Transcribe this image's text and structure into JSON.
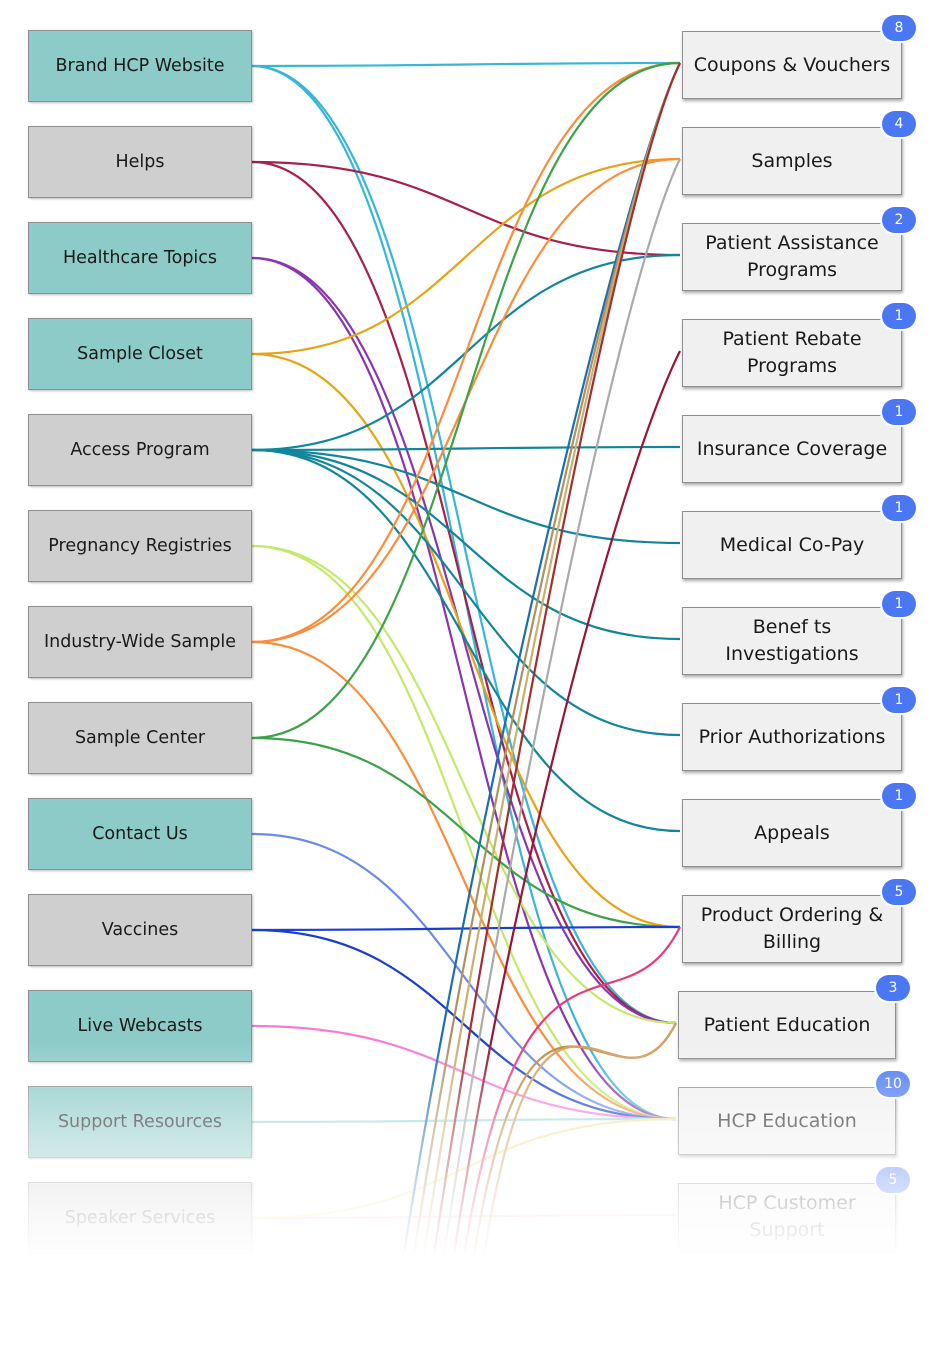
{
  "sources": [
    {
      "label": "Brand HCP Website",
      "color": "teal"
    },
    {
      "label": "Helps",
      "color": "gray"
    },
    {
      "label": "Healthcare Topics",
      "color": "teal"
    },
    {
      "label": "Sample Closet",
      "color": "teal"
    },
    {
      "label": "Access Program",
      "color": "gray"
    },
    {
      "label": "Pregnancy Registries",
      "color": "gray"
    },
    {
      "label": "Industry-Wide Sample",
      "color": "gray"
    },
    {
      "label": "Sample Center",
      "color": "gray"
    },
    {
      "label": "Contact Us",
      "color": "teal"
    },
    {
      "label": "Vaccines",
      "color": "gray"
    },
    {
      "label": "Live Webcasts",
      "color": "teal"
    },
    {
      "label": "Support Resources",
      "color": "teal"
    },
    {
      "label": "Speaker Services",
      "color": "gray"
    }
  ],
  "targets": [
    {
      "label": "Coupons & Vouchers",
      "badge": "8"
    },
    {
      "label": "Samples",
      "badge": "4"
    },
    {
      "label": "Patient Assistance\nPrograms",
      "badge": "2"
    },
    {
      "label": "Patient Rebate\nPrograms",
      "badge": "1"
    },
    {
      "label": "Insurance Coverage",
      "badge": "1"
    },
    {
      "label": "Medical Co-Pay",
      "badge": "1"
    },
    {
      "label": "Benef ts\nInvestigations",
      "badge": "1"
    },
    {
      "label": "Prior Authorizations",
      "badge": "1"
    },
    {
      "label": "Appeals",
      "badge": "1"
    },
    {
      "label": "Product Ordering &\nBilling",
      "badge": "5"
    },
    {
      "label": "Patient Education",
      "badge": "3"
    },
    {
      "label": "HCP Education",
      "badge": "10"
    },
    {
      "label": "HCP Customer\nSupport",
      "badge": "5"
    }
  ],
  "colors": {
    "teal": "#8ccbc8",
    "gray": "#cfcfcf",
    "badge": "#4a78f2",
    "target_bg": "#f0f0f0"
  },
  "links": [
    {
      "from": 0,
      "to": 0,
      "color": "#38b6d8"
    },
    {
      "from": 0,
      "to": 10,
      "color": "#38b6d8"
    },
    {
      "from": 0,
      "to": 11,
      "color": "#38b6d8"
    },
    {
      "from": 1,
      "to": 2,
      "color": "#a8204a"
    },
    {
      "from": 1,
      "to": 10,
      "color": "#a8204a"
    },
    {
      "from": 2,
      "to": 10,
      "color": "#8a35b0"
    },
    {
      "from": 2,
      "to": 11,
      "color": "#8a35b0"
    },
    {
      "from": 3,
      "to": 1,
      "color": "#e5a415"
    },
    {
      "from": 3,
      "to": 9,
      "color": "#e5a415"
    },
    {
      "from": 4,
      "to": 2,
      "color": "#11869a"
    },
    {
      "from": 4,
      "to": 4,
      "color": "#11869a"
    },
    {
      "from": 4,
      "to": 5,
      "color": "#11869a"
    },
    {
      "from": 4,
      "to": 6,
      "color": "#11869a"
    },
    {
      "from": 4,
      "to": 7,
      "color": "#11869a"
    },
    {
      "from": 4,
      "to": 8,
      "color": "#11869a"
    },
    {
      "from": 5,
      "to": 10,
      "color": "#c4e86a"
    },
    {
      "from": 5,
      "to": 11,
      "color": "#c4e86a"
    },
    {
      "from": 6,
      "to": 0,
      "color": "#fb8c3a"
    },
    {
      "from": 6,
      "to": 1,
      "color": "#fb8c3a"
    },
    {
      "from": 6,
      "to": 11,
      "color": "#fb8c3a"
    },
    {
      "from": 7,
      "to": 0,
      "color": "#3ca24a"
    },
    {
      "from": 7,
      "to": 9,
      "color": "#3ca24a"
    },
    {
      "from": 8,
      "to": 11,
      "color": "#6c8ae8"
    },
    {
      "from": 9,
      "to": 9,
      "color": "#1a3fd0"
    },
    {
      "from": 9,
      "to": 11,
      "color": "#1a3fd0"
    },
    {
      "from": 10,
      "to": 11,
      "color": "#f57ad8"
    },
    {
      "from": 11,
      "to": 11,
      "color": "#9ed8d8"
    },
    {
      "from": 12,
      "to": 12,
      "color": "#f2b8b8"
    },
    {
      "from": 12,
      "to": 11,
      "color": "#f5e0a0"
    },
    {
      "from": 14,
      "to": 0,
      "color": "#1c6eb0"
    },
    {
      "from": 14,
      "to": 0,
      "color": "#b09060"
    },
    {
      "from": 14,
      "to": 0,
      "color": "#c7b070"
    },
    {
      "from": 14,
      "to": 0,
      "color": "#a03030"
    },
    {
      "from": 14,
      "to": 1,
      "color": "#aaaaaa"
    },
    {
      "from": 14,
      "to": 3,
      "color": "#9a1535"
    },
    {
      "from": 14,
      "to": 9,
      "color": "#e83a7a"
    },
    {
      "from": 14,
      "to": 10,
      "color": "#c08a40"
    },
    {
      "from": 14,
      "to": 10,
      "color": "#d0a060"
    }
  ]
}
